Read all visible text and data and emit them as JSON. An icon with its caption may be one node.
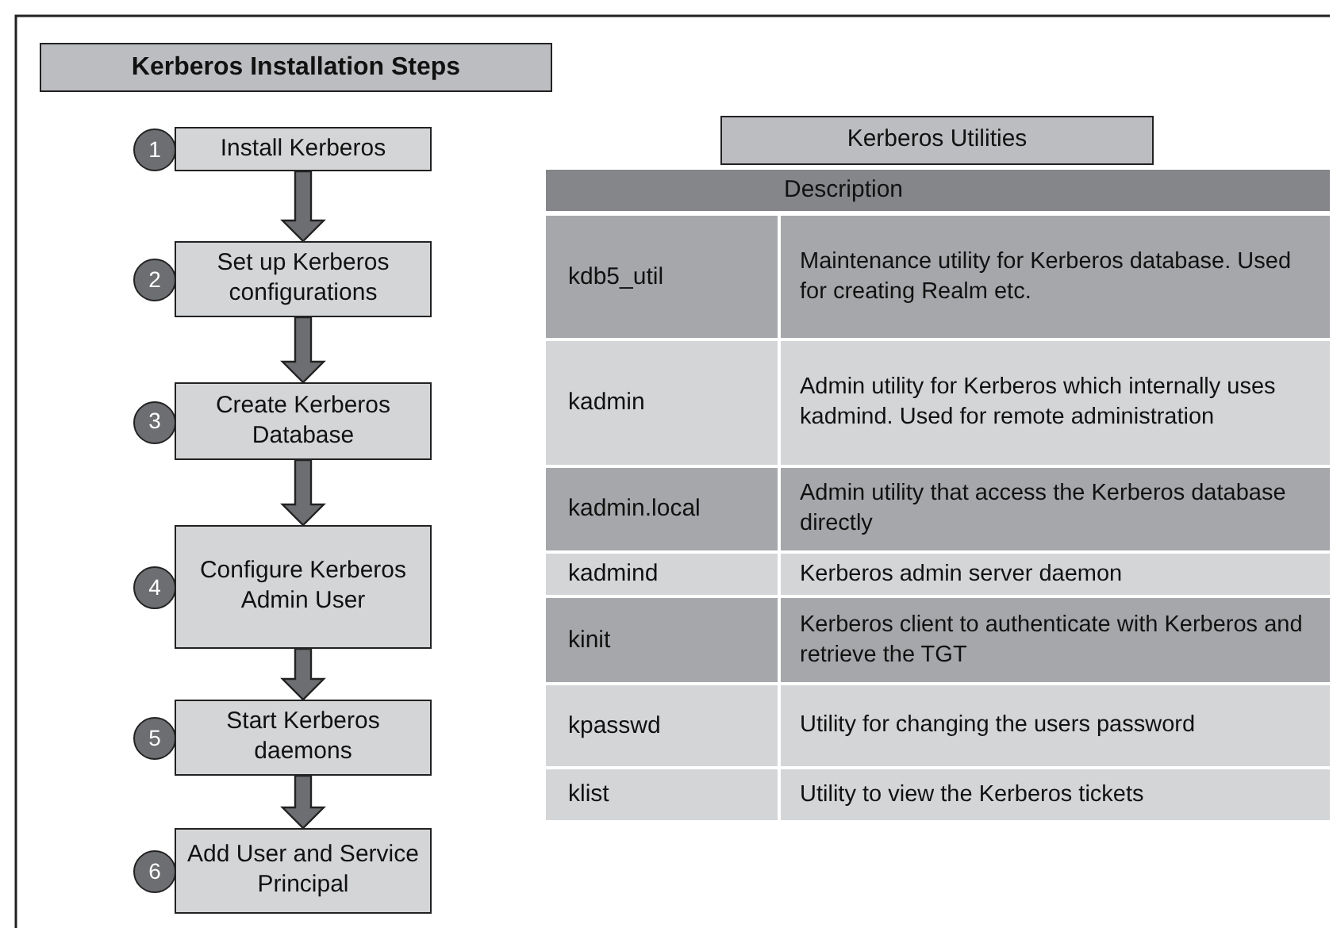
{
  "diagram": {
    "nodes": [
      {
        "text": [
          "Kerberos Installation Steps"
        ]
      },
      {
        "text": [
          "Kerberos Utilities"
        ]
      },
      {
        "text": [
          "1"
        ]
      },
      {
        "text": [
          "Install Kerberos"
        ]
      },
      {
        "text": [
          "2"
        ]
      },
      {
        "text": [
          "Set up Kerberos configurations"
        ]
      },
      {
        "text": [
          "3"
        ]
      },
      {
        "text": [
          "Create Kerberos Database"
        ]
      },
      {
        "text": [
          "4"
        ]
      },
      {
        "text": [
          "Configure Kerberos Admin User"
        ]
      },
      {
        "text": [
          "5"
        ]
      },
      {
        "text": [
          "Start Kerberos daemons"
        ]
      },
      {
        "text": [
          "6"
        ]
      },
      {
        "text": [
          "Add User and Service Principal"
        ]
      }
    ],
    "edges": [
      {
        "from": 3,
        "to": 5,
        "arrow": "to"
      },
      {
        "from": 5,
        "to": 7,
        "arrow": "to"
      },
      {
        "from": 7,
        "to": 9,
        "arrow": "to"
      },
      {
        "from": 9,
        "to": 11,
        "arrow": "to"
      },
      {
        "from": 11,
        "to": 13,
        "arrow": "to"
      }
    ],
    "labels": [
      "Description",
      "kdb5_util",
      "Maintenance utility for Kerberos database. Used for creating Realm etc.",
      "kadmin",
      "Admin utility for Kerberos which internally uses kadmind. Used for remote administration",
      "kadmin.local",
      "Admin utility that access the Kerberos database directly",
      "kadmind",
      "Kerberos admin server daemon",
      "kinit",
      "Kerberos client to authenticate with Kerberos and retrieve the TGT",
      "kpasswd",
      "Utility for changing the users password",
      "klist",
      "Utility to view the Kerberos tickets"
    ]
  }
}
